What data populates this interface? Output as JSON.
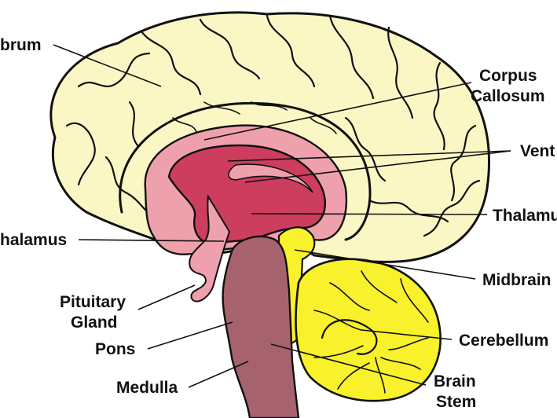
{
  "labels": {
    "cerebrum": "brum",
    "corpus_callosum_line1": "Corpus",
    "corpus_callosum_line2": "Callosum",
    "ventricles": "Vent",
    "thalamus": "Thalamu",
    "hypothalamus": "halamus",
    "midbrain": "Midbrain",
    "pituitary_line1": "Pituitary",
    "pituitary_line2": "Gland",
    "pons": "Pons",
    "cerebellum": "Cerebellum",
    "medulla": "Medulla",
    "brain_stem_line1": "Brain",
    "brain_stem_line2": "Stem"
  },
  "colors": {
    "cerebrum": "#fbf7c4",
    "ventricle_outer": "#eea1ac",
    "thalamus": "#cc3d5e",
    "brain_stem": "#a6636d",
    "cerebellum": "#f8f12b",
    "midbrain": "#f8f12b",
    "outline": "#111111"
  }
}
